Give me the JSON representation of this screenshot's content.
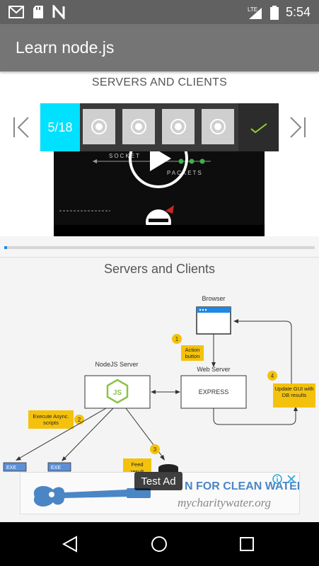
{
  "status_bar": {
    "network": "LTE",
    "time": "5:54"
  },
  "app_bar": {
    "title": "Learn node.js"
  },
  "section": {
    "title": "SERVERS AND CLIENTS"
  },
  "slide_nav": {
    "counter": "5/18",
    "current": 5,
    "total": 18,
    "thumbnails": [
      {
        "icon": "radio-circle-icon"
      },
      {
        "icon": "radio-circle-icon"
      },
      {
        "icon": "radio-circle-icon"
      },
      {
        "icon": "radio-circle-icon"
      }
    ],
    "check_icon": "check-icon",
    "accent": "#00e0ff"
  },
  "video": {
    "label_socket": "SOCKET",
    "label_packets": "PACKETS"
  },
  "progress": {
    "fraction": 0.01,
    "color": "#1e88e5"
  },
  "slide": {
    "title": "Servers and Clients",
    "browser_label": "Browser",
    "action_button": "Action button",
    "web_server_label": "Web Server",
    "express_label": "EXPRESS",
    "node_server_label": "NodeJS Server",
    "execute_label": "Execute Async. scripts",
    "update_gui_label": "Update GUI with DB results",
    "feed_label": "Feed",
    "feed_label_2": "result",
    "step1": "1",
    "step2": "2",
    "step3": "3",
    "step4": "4",
    "exe_label": "EXE",
    "nodejs_logo_text": "JS"
  },
  "ad": {
    "tag": "Test Ad",
    "headline": "N FOR CLEAN WATER",
    "url": "mycharitywater.org"
  }
}
